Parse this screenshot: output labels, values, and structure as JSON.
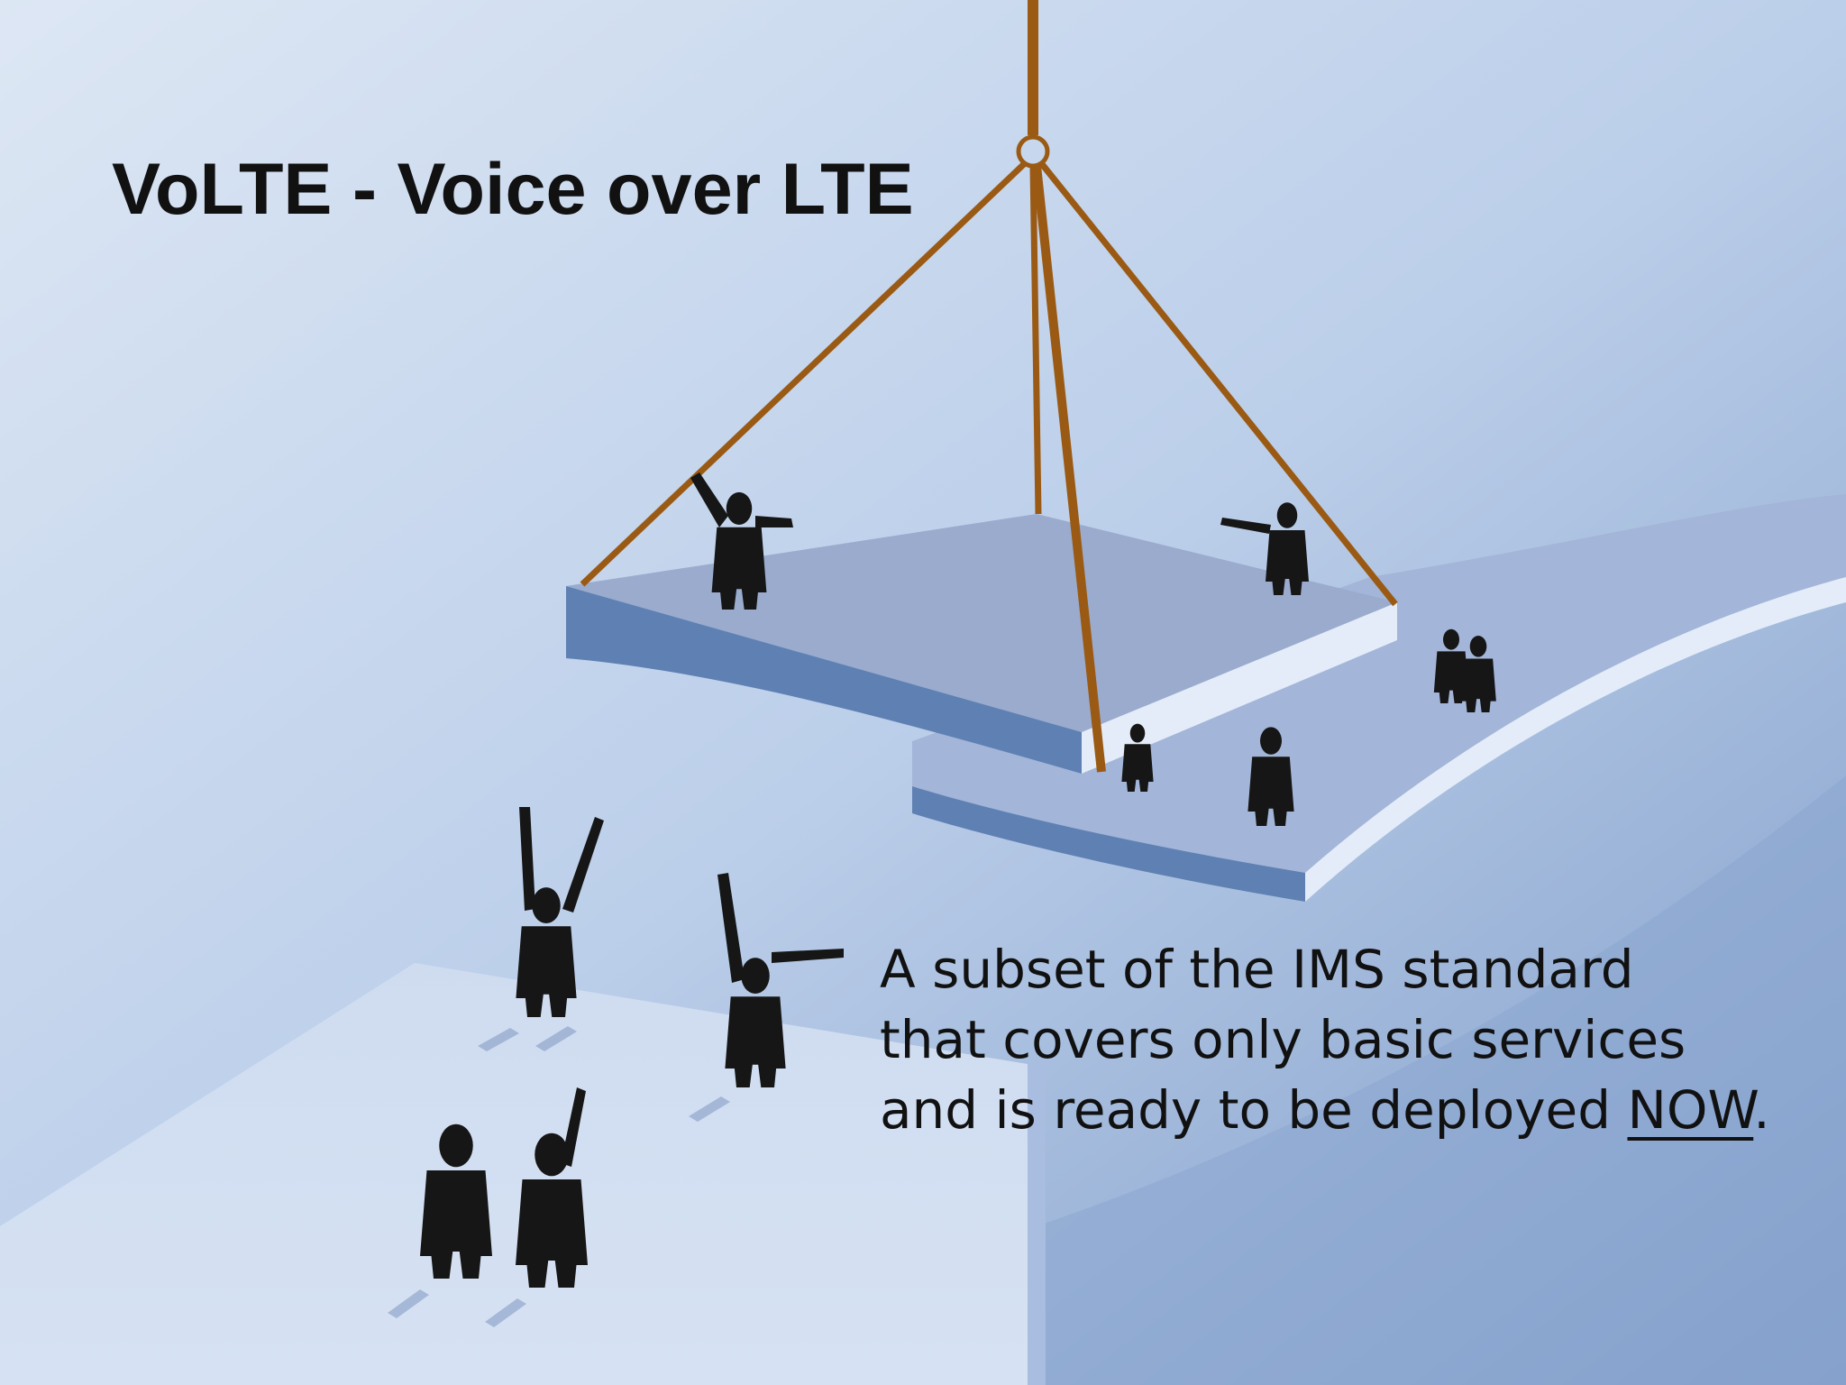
{
  "slide": {
    "title": "VoLTE - Voice over LTE",
    "caption_lines": [
      "A subset of the IMS standard",
      "that covers only basic services",
      "and is ready to be deployed "
    ],
    "caption_emphasis": "NOW",
    "caption_end": "."
  },
  "colors": {
    "background_light": "#d8e4f3",
    "background_mid": "#a9bfe0",
    "background_dark": "#7f9cc8",
    "platform_top": "#9aabcd",
    "platform_side": "#5f80b3",
    "platform_edge_light": "#e3ecf8",
    "rope": "#9a5a14",
    "silhouette": "#161616",
    "text": "#111111"
  },
  "icons": [
    "crane-rope-icon",
    "people-silhouette-icon",
    "bridge-platform-icon"
  ]
}
